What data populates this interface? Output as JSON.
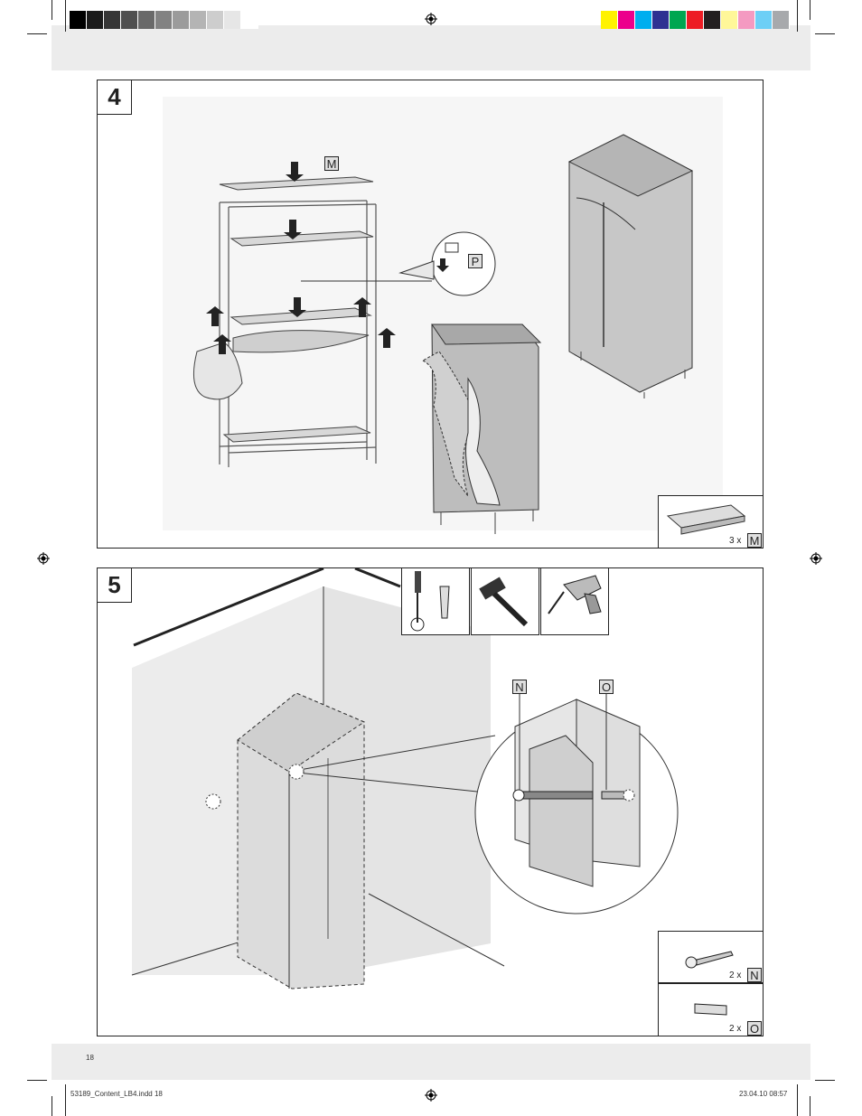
{
  "color_bars": {
    "grayscale": [
      "#000000",
      "#1b1b1b",
      "#363636",
      "#4f4f4f",
      "#696969",
      "#828282",
      "#9b9b9b",
      "#b4b4b4",
      "#cdcdcd",
      "#e6e6e6",
      "#ffffff"
    ],
    "process": [
      "#fff200",
      "#ec008c",
      "#00aeef",
      "#2e3192",
      "#00a651",
      "#ed1c24",
      "#231f20",
      "#fff799",
      "#f49ac1",
      "#6dcff6",
      "#a7a9ac"
    ]
  },
  "step4": {
    "number": "4",
    "callout_part": "P",
    "shelf_label": "M",
    "part_qty": "3 x",
    "part_letter": "M"
  },
  "step5": {
    "number": "5",
    "tools": [
      "screwdriver-icon",
      "hammer-icon",
      "drill-icon"
    ],
    "zoom_label_left": "N",
    "zoom_label_right": "O",
    "parts": [
      {
        "qty": "2 x",
        "letter": "N",
        "icon": "screw-icon"
      },
      {
        "qty": "2 x",
        "letter": "O",
        "icon": "wall-plug-icon"
      }
    ]
  },
  "footer": {
    "page_number": "18",
    "file_name": "53189_Content_LB4.indd   18",
    "timestamp": "23.04.10   08:57"
  }
}
